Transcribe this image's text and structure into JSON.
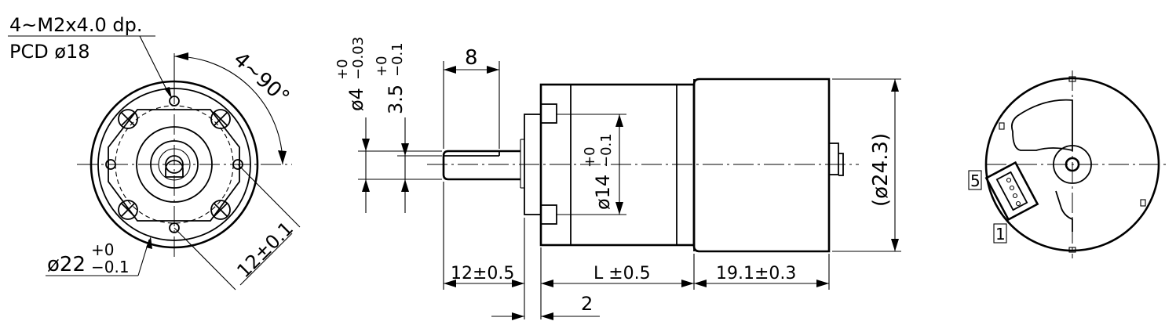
{
  "front_view": {
    "thread_note": "4~M2x4.0 dp.",
    "pcd_note": "PCD ø18",
    "angle": "4~90°",
    "spacing": "12±0.1",
    "diameter": "ø22",
    "diameter_tol_upper": "+0",
    "diameter_tol_lower": "−0.1"
  },
  "side_view": {
    "shaft_diameter": "ø4",
    "shaft_tol_upper": "+0",
    "shaft_tol_lower": "−0.03",
    "flat": "3.5",
    "flat_tol_upper": "+0",
    "flat_tol_lower": "−0.1",
    "flat_length": "8",
    "pilot_diameter": "ø14",
    "pilot_tol_upper": "+0",
    "pilot_tol_lower": "−0.1",
    "motor_diameter": "(ø24.3)",
    "shaft_length": "12±0.5",
    "gearbox_length": "L ±0.5",
    "motor_length": "19.1±0.3",
    "pilot_length": "2"
  },
  "rear_view": {
    "pin_5": "5",
    "pin_1": "1"
  }
}
